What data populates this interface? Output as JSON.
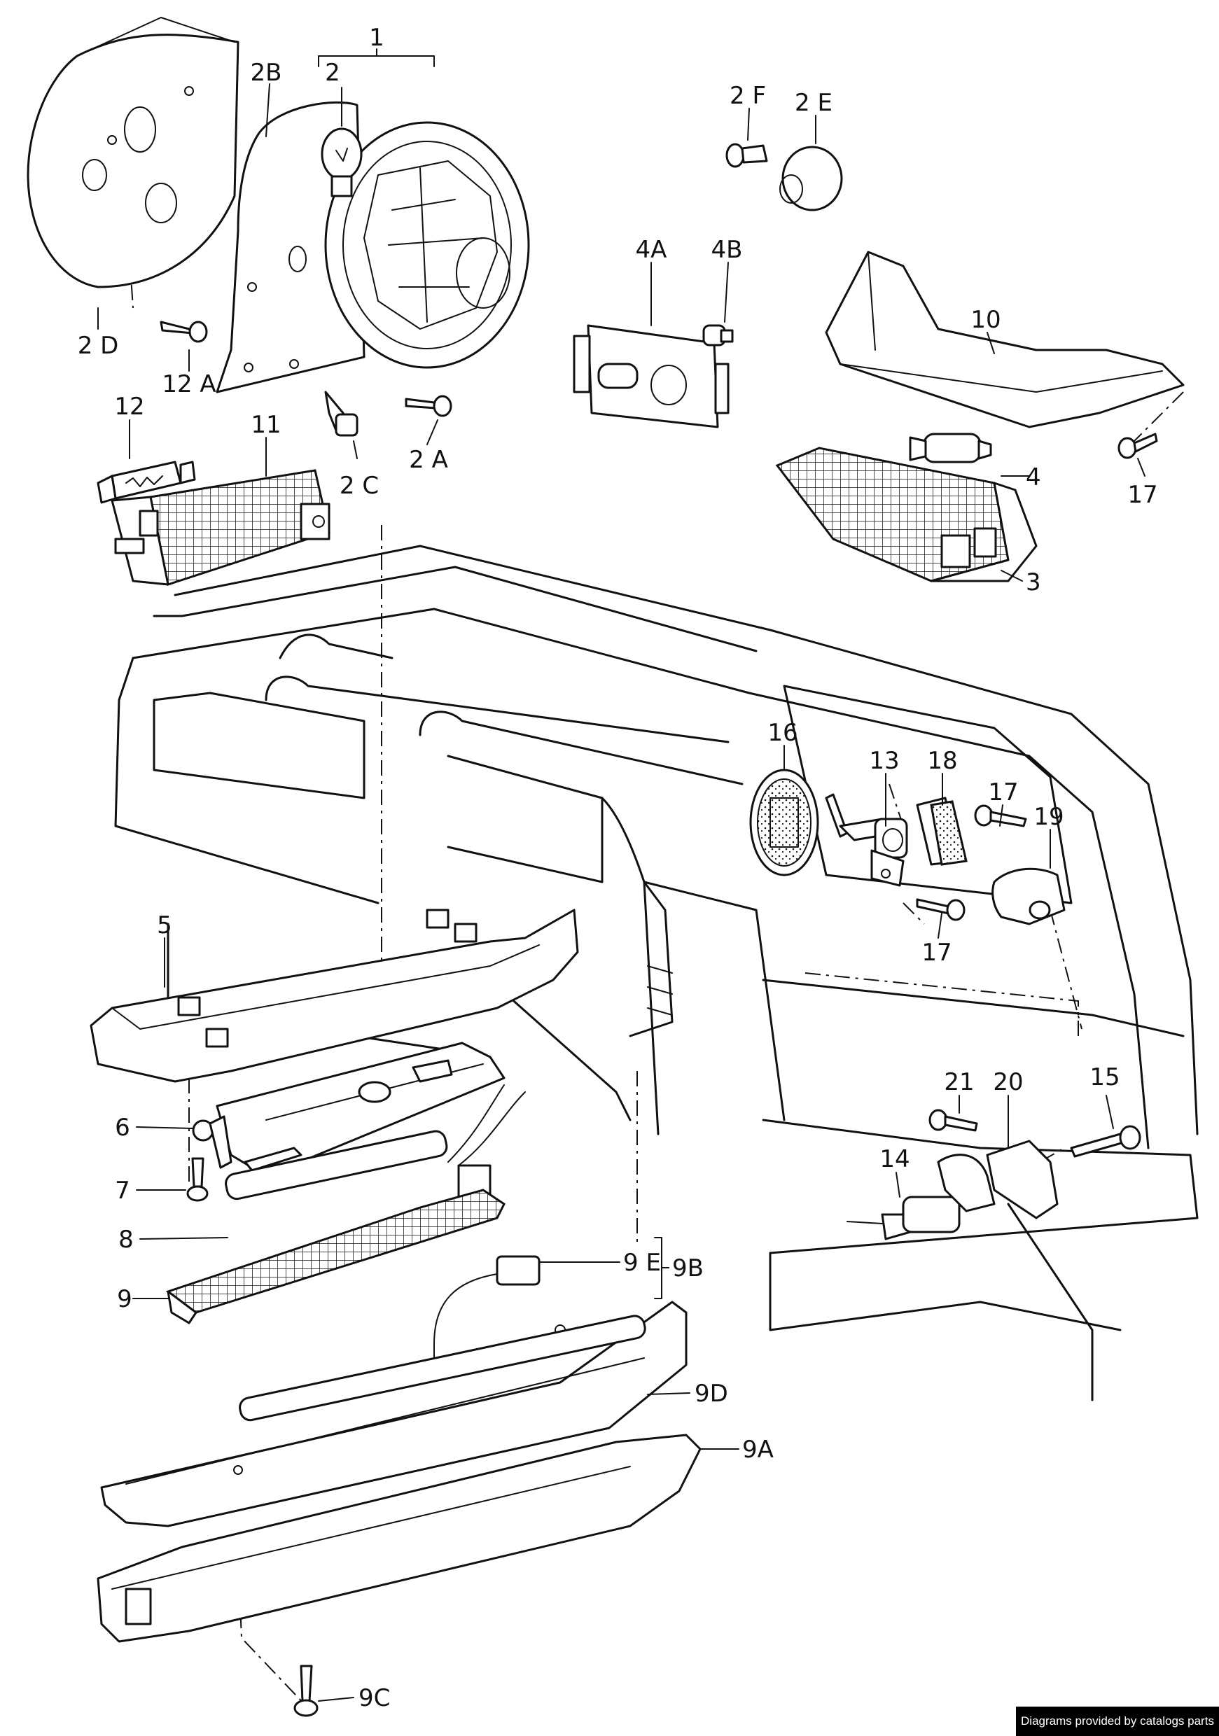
{
  "labels": {
    "l1": "1",
    "l2": "2",
    "l2A": "2 A",
    "l2B": "2B",
    "l2C": "2 C",
    "l2D": "2 D",
    "l2E": "2 E",
    "l2F": "2 F",
    "l3": "3",
    "l4": "4",
    "l4A": "4A",
    "l4B": "4B",
    "l5": "5",
    "l6": "6",
    "l7": "7",
    "l8": "8",
    "l9": "9",
    "l9A": "9A",
    "l9B": "9B",
    "l9C": "9C",
    "l9D": "9D",
    "l9E": "9 E",
    "l10": "10",
    "l11": "11",
    "l12": "12",
    "l12A": "12 A",
    "l13": "13",
    "l14": "14",
    "l15": "15",
    "l16": "16",
    "l17a": "17",
    "l17b": "17",
    "l17c": "17",
    "l18": "18",
    "l19": "19",
    "l20": "20",
    "l21": "21"
  },
  "credit": "Diagrams provided by catalogs parts",
  "colors": {
    "line": "#111111",
    "background": "#ffffff",
    "credit_bg": "#000000"
  }
}
